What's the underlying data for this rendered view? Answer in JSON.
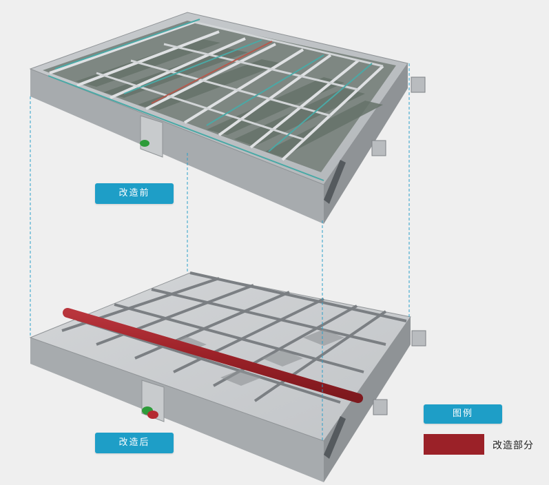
{
  "labels": {
    "before": "改造前",
    "after": "改造后",
    "legend_title": "图例",
    "legend_item": "改造部分"
  },
  "colors": {
    "background": "#efefef",
    "tag_blue": "#1e9ec7",
    "modified_red": "#9b2128",
    "guide_line": "#2a9fc9",
    "concrete_light": "#d6d8da",
    "concrete_mid": "#b9bcbf",
    "concrete_dark": "#8f9396",
    "media_green": "#6f7c72",
    "pipe_green": "#2e9b3a"
  },
  "legend": {
    "icon": "legend-red-swatch",
    "meaning": "改造部分"
  }
}
